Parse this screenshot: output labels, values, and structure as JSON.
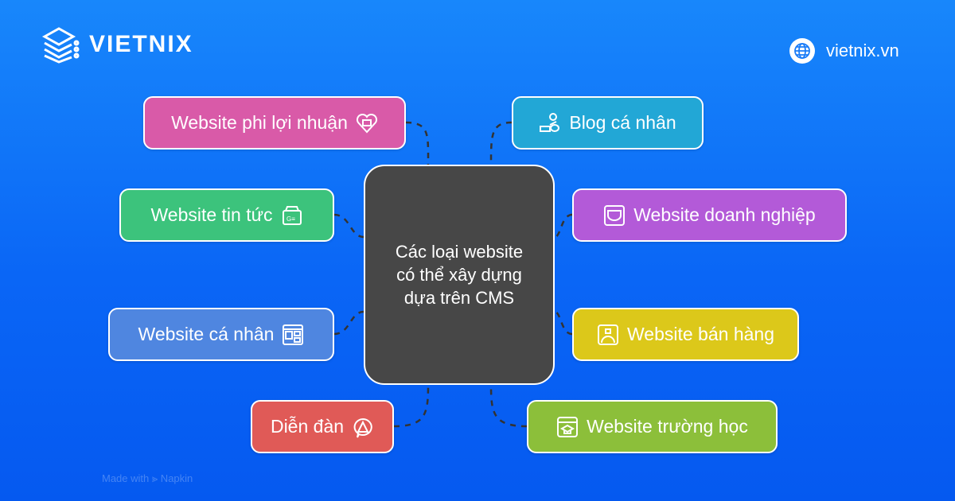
{
  "brand": {
    "name": "VIETNIX",
    "website": "vietnix.vn"
  },
  "center": {
    "label": "Các loại website có thể xây dựng dựa trên CMS",
    "color": "#474747"
  },
  "nodes": [
    {
      "label": "Website phi lợi nhuận",
      "icon": "heart-donation-icon",
      "color": "#d95aa8"
    },
    {
      "label": "Website tin tức",
      "icon": "newspaper-icon",
      "color": "#3cc37c"
    },
    {
      "label": "Website cá nhân",
      "icon": "profile-page-icon",
      "color": "#4f86e0"
    },
    {
      "label": "Diễn đàn",
      "icon": "forum-tent-icon",
      "color": "#e05a57"
    },
    {
      "label": "Blog cá nhân",
      "icon": "blogger-icon",
      "color": "#22a7d6"
    },
    {
      "label": "Website doanh nghiệp",
      "icon": "business-window-icon",
      "color": "#b35ad8"
    },
    {
      "label": "Website bán hàng",
      "icon": "shop-window-icon",
      "color": "#dcc81a"
    },
    {
      "label": "Website trường học",
      "icon": "education-window-icon",
      "color": "#8cbf3a"
    }
  ],
  "footer": {
    "made_with": "Made with ⪢ Napkin"
  }
}
